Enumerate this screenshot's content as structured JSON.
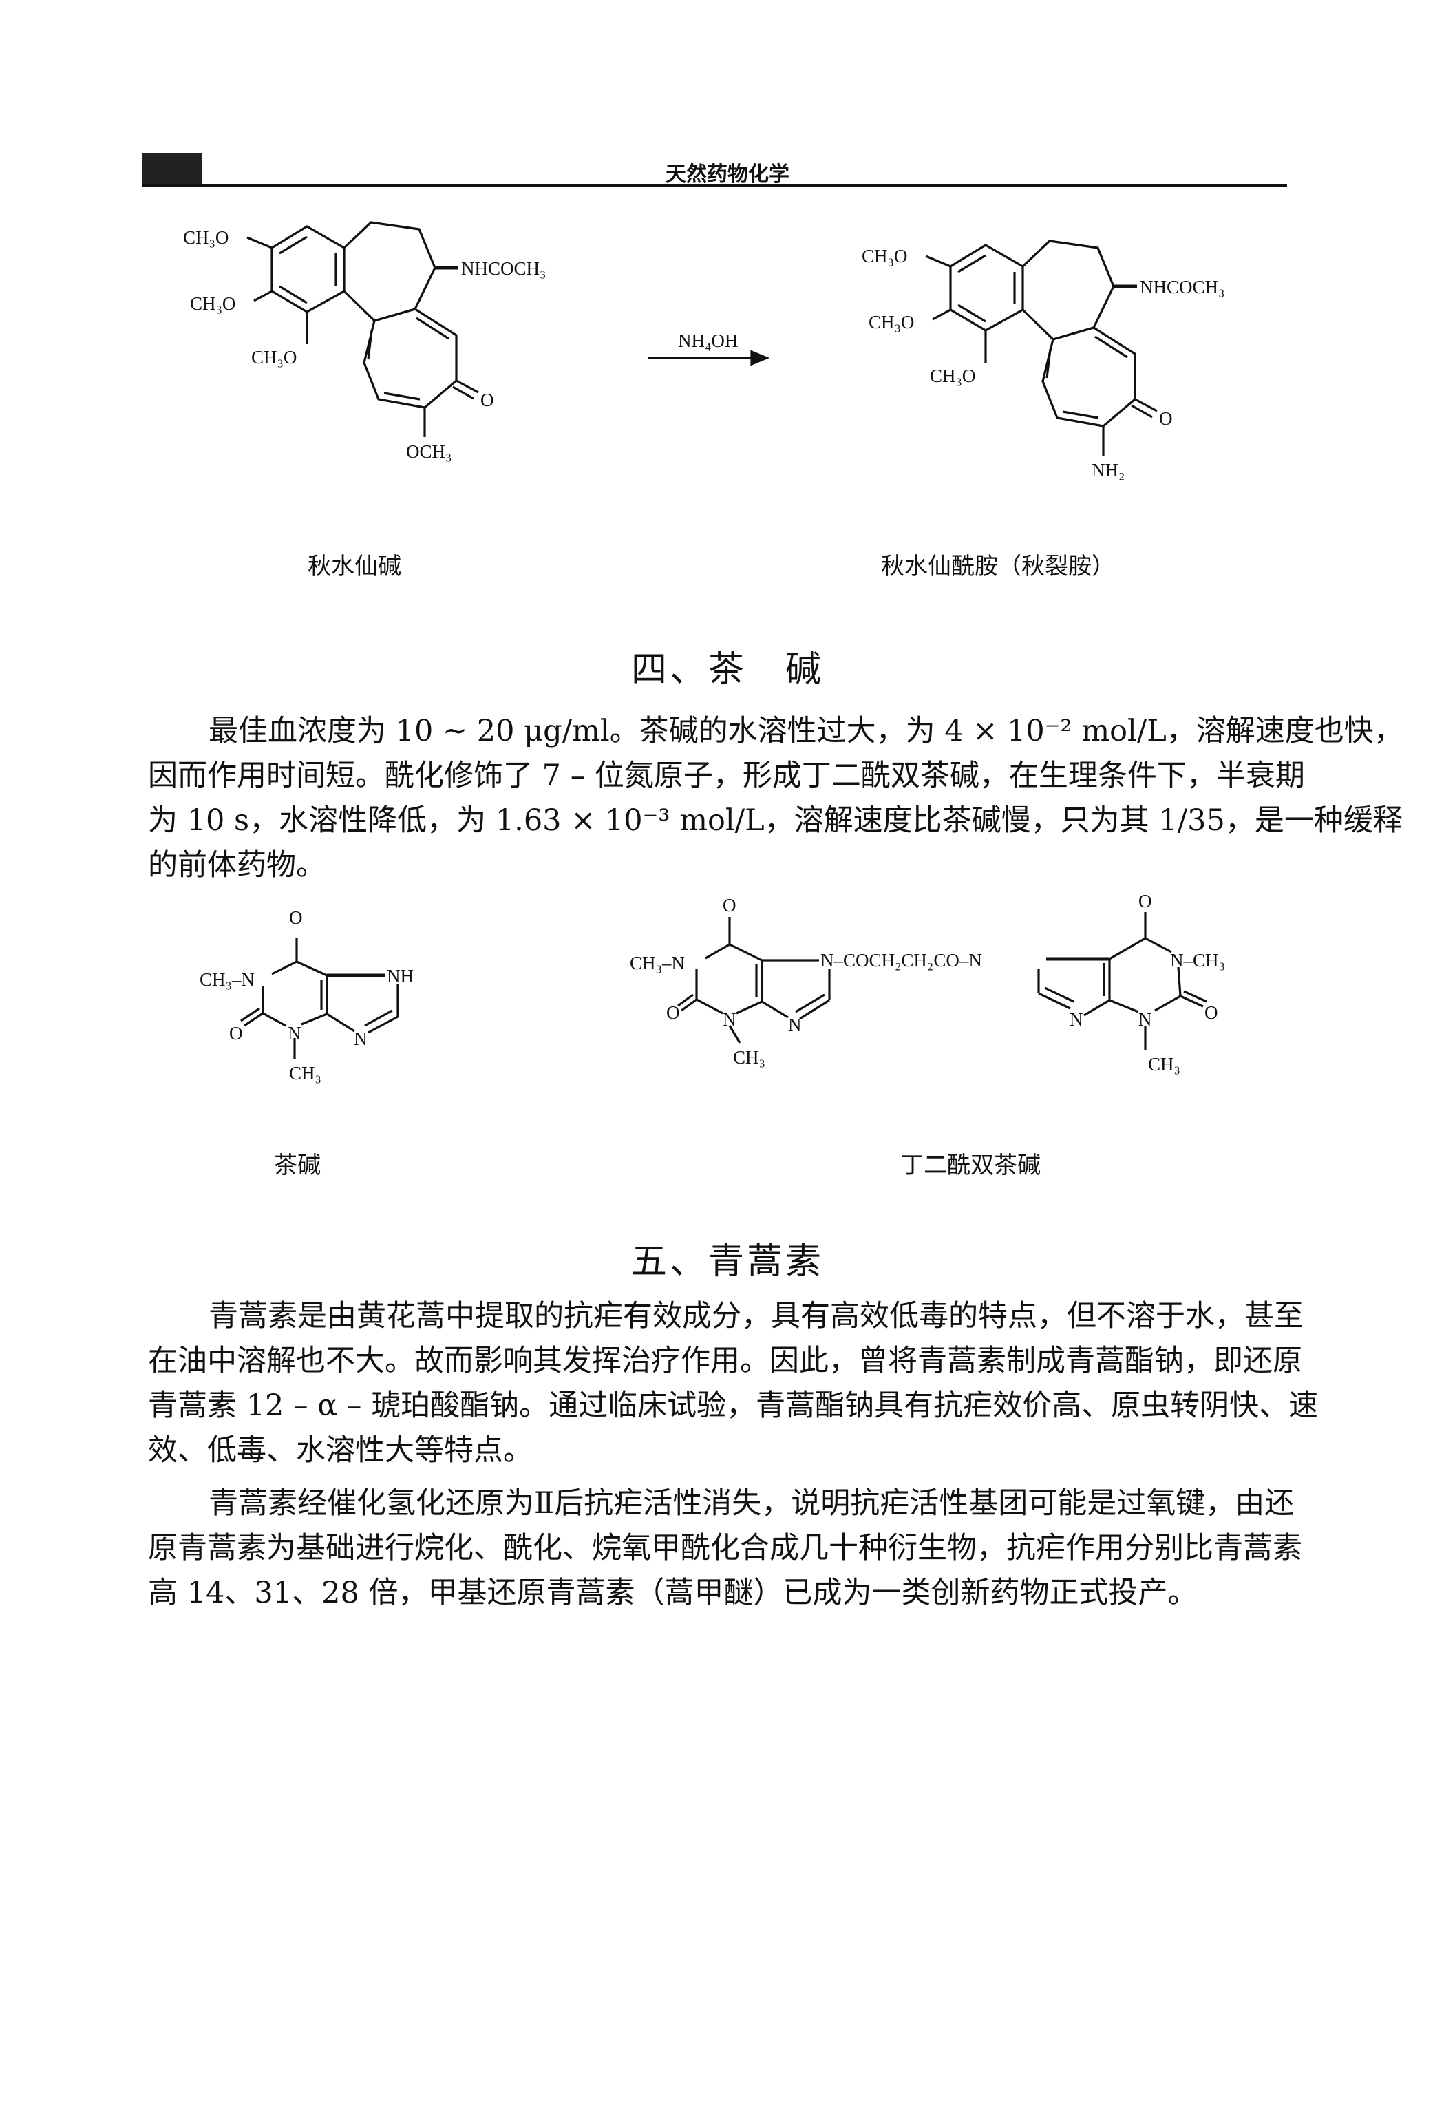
{
  "header": {
    "running_title": "天然药物化学"
  },
  "reaction": {
    "reagent": "NH₄OH",
    "reactant": {
      "name": "秋水仙碱",
      "labels": {
        "ome1": "CH₃O",
        "ome2": "CH₃O",
        "ome3": "CH₃O",
        "side": "NHCOCH₃",
        "oxo": "O",
        "sub": "OCH₃"
      }
    },
    "product": {
      "name": "秋水仙酰胺（秋裂胺）",
      "labels": {
        "ome1": "CH₃O",
        "ome2": "CH₃O",
        "ome3": "CH₃O",
        "side": "NHCOCH₃",
        "oxo": "O",
        "sub": "NH₂"
      }
    }
  },
  "section4": {
    "heading": "四、茶　碱",
    "lines": [
      "最佳血浓度为 10 ~ 20 μg/ml。茶碱的水溶性过大，为 4 × 10⁻² mol/L，溶解速度也快，",
      "因而作用时间短。酰化修饰了 7 – 位氮原子，形成丁二酰双茶碱，在生理条件下，半衰期",
      "为 10 s，水溶性降低，为 1.63 × 10⁻³ mol/L，溶解速度比茶碱慢，只为其 1/35，是一种缓释",
      "的前体药物。"
    ],
    "theophylline": {
      "name": "茶碱",
      "labels": {
        "o6": "O",
        "n1": "CH₃–N",
        "nh": "NH",
        "o2": "O",
        "n3": "N",
        "n9": "N",
        "me3": "CH₃"
      }
    },
    "dimer": {
      "name": "丁二酰双茶碱",
      "labels": {
        "o6a": "O",
        "n1a": "CH₃–N",
        "o2a": "O",
        "n3a": "N",
        "me3a": "CH₃",
        "n9a": "N",
        "linker": "N–COCH₂CH₂CO–N",
        "o6b": "O",
        "n1b": "N–CH₃",
        "o2b": "O",
        "n3b": "N",
        "me3b": "CH₃",
        "n9b": "N"
      }
    }
  },
  "section5": {
    "heading": "五、青蒿素",
    "para1": [
      "青蒿素是由黄花蒿中提取的抗疟有效成分，具有高效低毒的特点，但不溶于水，甚至",
      "在油中溶解也不大。故而影响其发挥治疗作用。因此，曾将青蒿素制成青蒿酯钠，即还原",
      "青蒿素 12 – α – 琥珀酸酯钠。通过临床试验，青蒿酯钠具有抗疟效价高、原虫转阴快、速",
      "效、低毒、水溶性大等特点。"
    ],
    "para2": [
      "青蒿素经催化氢化还原为Ⅱ后抗疟活性消失，说明抗疟活性基团可能是过氧键，由还",
      "原青蒿素为基础进行烷化、酰化、烷氧甲酰化合成几十种衍生物，抗疟作用分别比青蒿素",
      "高 14、31、28 倍，甲基还原青蒿素（蒿甲醚）已成为一类创新药物正式投产。"
    ]
  }
}
